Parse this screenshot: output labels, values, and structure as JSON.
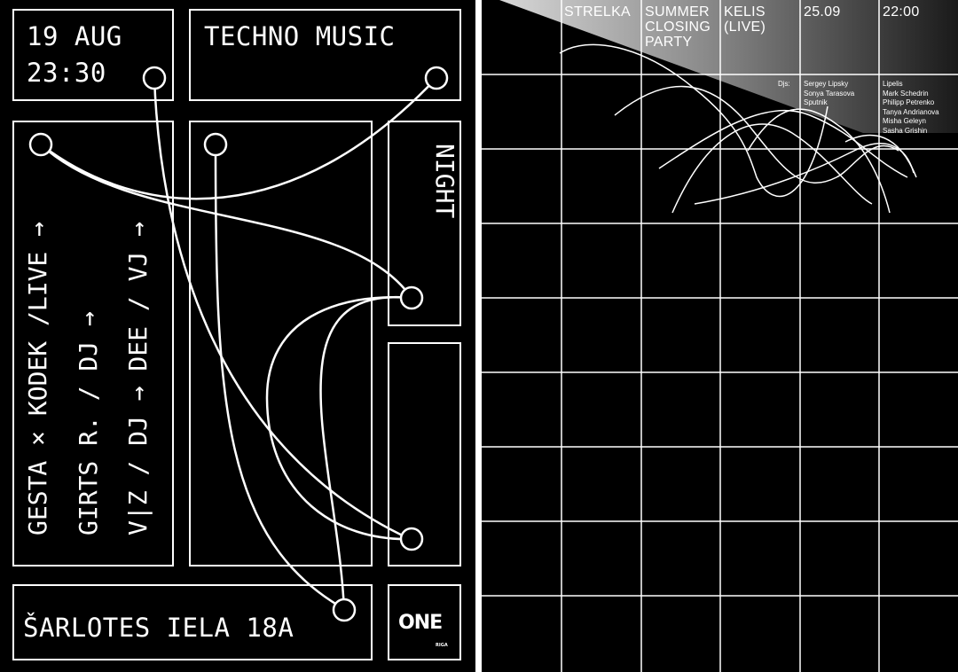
{
  "left_poster": {
    "date": "19 AUG",
    "time": "23:30",
    "genre": "TECHNO MUSIC",
    "night": "NIGHT",
    "lineup": [
      "GESTA × KODEK /LIVE →",
      "GIRTS R. / DJ →",
      "V|Z / DJ → DEE / VJ →"
    ],
    "address": "ŠARLOTES IELA 18A",
    "logo_main": "ONE",
    "logo_sub": "RIGA"
  },
  "right_poster": {
    "columns": [
      "STRELKA",
      "SUMMER\nCLOSING\nPARTY",
      "KELIS\n(LIVE)",
      "25.09",
      "22:00"
    ],
    "djs_label": "Djs:",
    "djs_col1": [
      "Sergey Lipsky",
      "Sonya Tarasova",
      "Sputnik"
    ],
    "djs_col2": [
      "Lipelis",
      "Mark Schedrin",
      "Philipp Petrenko",
      "Tanya Andrianova",
      "Misha Geleyn",
      "Sasha Grishin"
    ]
  },
  "colors": {
    "background": "#000000",
    "foreground": "#ffffff",
    "divider": "#ffffff"
  }
}
